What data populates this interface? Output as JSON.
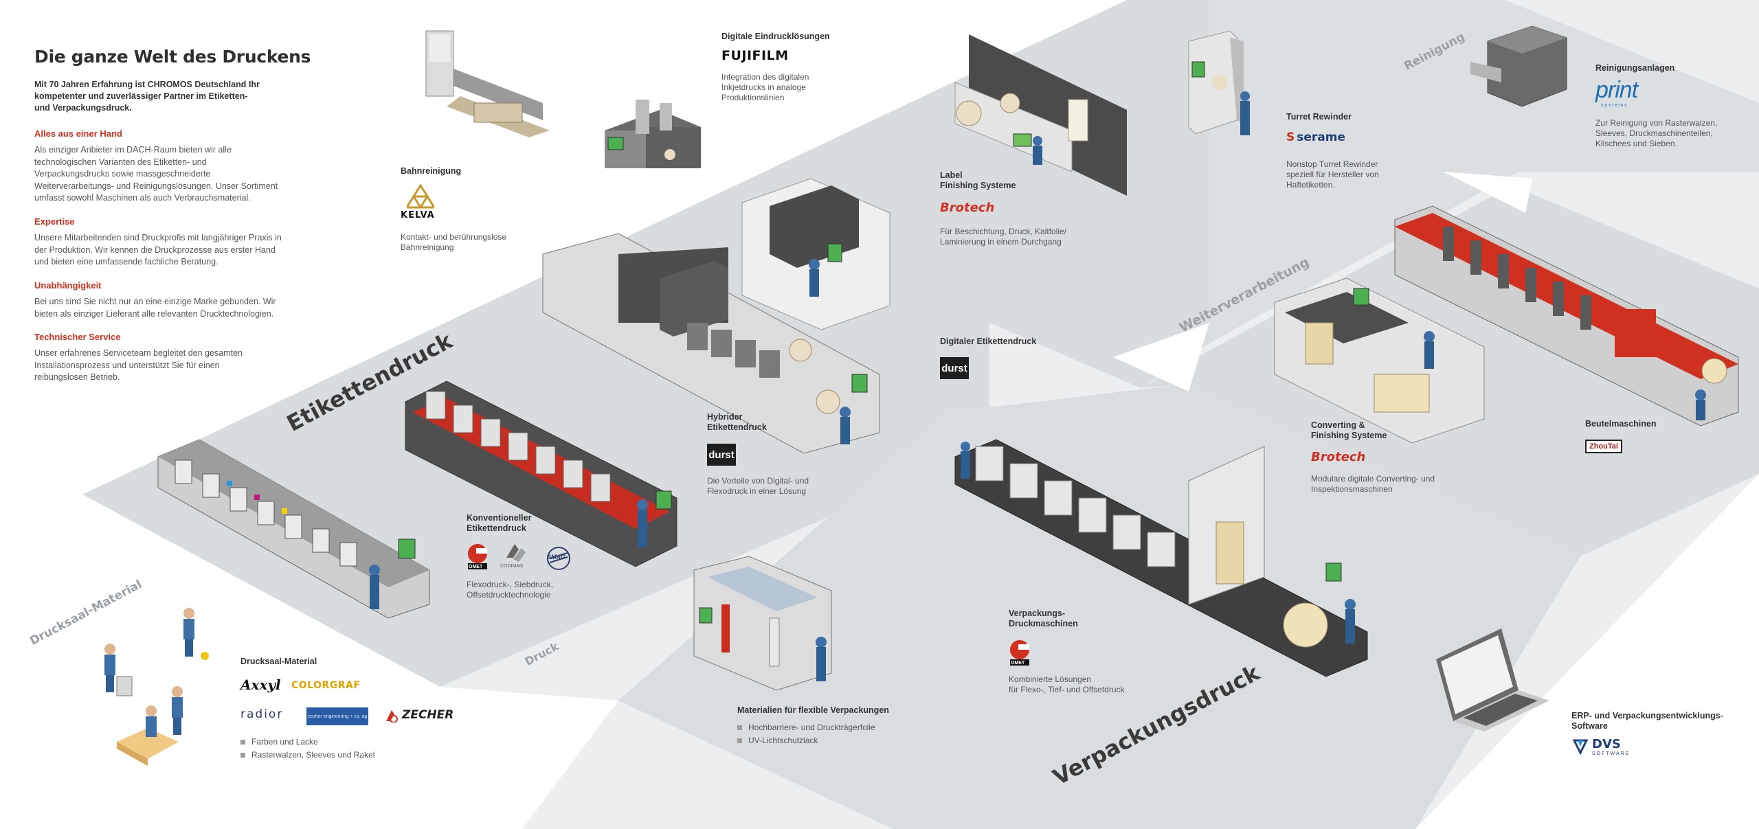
{
  "header": {
    "title": "Die ganze Welt des Druckens",
    "intro": "Mit 70 Jahren Erfahrung ist CHROMOS Deutschland Ihr kompetenter und zuverlässiger Partner im Etiketten- und Verpackungsdruck."
  },
  "sections": [
    {
      "heading": "Alles aus einer Hand",
      "text": "Als einziger Anbieter im DACH-Raum bieten wir alle technologischen Varianten des Etiketten- und Verpackungsdrucks sowie massgeschneiderte Weiterverarbeitungs- und Reinigungslösungen. Unser Sortiment umfasst sowohl Maschinen als auch Verbrauchsmaterial."
    },
    {
      "heading": "Expertise",
      "text": "Unsere Mitarbeitenden sind Druckprofis mit langjähriger Praxis in der Produktion. Wir kennen die Druckprozesse aus erster Hand und bieten eine umfassende fachliche Beratung."
    },
    {
      "heading": "Unabhängigkeit",
      "text": "Bei uns sind Sie nicht nur an eine einzige Marke gebunden. Wir bieten als einziger Lieferant alle relevanten Drucktechnologien."
    },
    {
      "heading": "Technischer Service",
      "text": "Unser erfahrenes Serviceteam begleitet den gesamten Installationsprozess und unterstützt Sie für einen reibungslosen Betrieb."
    }
  ],
  "zones": {
    "etikettendruck": "Etikettendruck",
    "verpackungsdruck": "Verpackungsdruck",
    "weiterverarbeitung": "Weiterverarbeitung",
    "reinigung": "Reinigung",
    "drucksaal_material": "Drucksaal-Material",
    "druck": "Druck"
  },
  "products": {
    "digitale_eindruck": {
      "title": "Digitale Eindrucklösungen",
      "brand": "FUJIFILM",
      "desc1": "Integration des digitalen",
      "desc2": "Inkjetdrucks in analoge",
      "desc3": "Produktionslinien"
    },
    "bahnreinigung": {
      "title": "Bahnreinigung",
      "brand": "KELVA",
      "desc1": "Kontakt- und berührungslose",
      "desc2": "Bahnreinigung"
    },
    "label_finishing": {
      "title1": "Label",
      "title2": "Finishing Systeme",
      "brand": "Brotech",
      "desc1": "Für Beschichtung, Druck, Kaltfolie/",
      "desc2": "Laminierung in einem Durchgang"
    },
    "turret_rewinder": {
      "title": "Turret Rewinder",
      "brand": "serame",
      "desc1": "Nonstop Turret Rewinder",
      "desc2": "speziell für Hersteller von",
      "desc3": "Haftetiketten."
    },
    "reinigungsanlagen": {
      "title": "Reinigungsanlagen",
      "brand": "print",
      "brand_sub": "systems",
      "desc1": "Zur Reinigung von Rasterwalzen,",
      "desc2": "Sleeves, Druckmaschinenteilen,",
      "desc3": "Klischees und Sieben."
    },
    "digitaler_etikettendruck": {
      "title": "Digitaler Etikettendruck",
      "brand": "durst"
    },
    "hybrider": {
      "title1": "Hybrider",
      "title2": "Etikettendruck",
      "brand": "durst",
      "desc1": "Die Vorteile von Digital- und",
      "desc2": "Flexodruck in einer Lösung"
    },
    "konventioneller": {
      "title1": "Konventioneller",
      "title2": "Etikettendruck",
      "brands": [
        "OMET",
        "CODIMAG",
        "SMAG"
      ],
      "desc1": "Flexodruck-, Siebdruck,",
      "desc2": "Offsetdrucktechnologie"
    },
    "converting": {
      "title1": "Converting &",
      "title2": "Finishing Systeme",
      "brand": "Brotech",
      "desc1": "Modulare digitale Converting- und",
      "desc2": "Inspektionsmaschinen"
    },
    "beutelmaschinen": {
      "title": "Beutelmaschinen",
      "brand": "ZhouTai"
    },
    "verpackungs_druckmaschinen": {
      "title1": "Verpackungs-",
      "title2": "Druckmaschinen",
      "brand": "OMET",
      "desc1": "Kombinierte Lösungen",
      "desc2": "für Flexo-, Tief- und Offsetdruck"
    },
    "drucksaal_material": {
      "title": "Drucksaal-Material",
      "brands": [
        "Axxyl",
        "COLORGRAF",
        "radior",
        "ZECHER"
      ],
      "bluebox": "zecher engineering + co. ag",
      "bullets": [
        "Farben und Lacke",
        "Rasterwalzen, Sleeves und Rakel"
      ]
    },
    "flexible_verpackungen": {
      "title": "Materialien für flexible Verpackungen",
      "bullets": [
        "Hochbarriere- und Druckträgerfolie",
        "UV-Lichtschutzlack"
      ]
    },
    "erp": {
      "title1": "ERP- und Verpackungsentwicklungs-",
      "title2": "Software",
      "brand": "DVS",
      "brand_sub": "SOFTWARE"
    }
  },
  "colors": {
    "floor": "#d9dcdf",
    "floor_light": "#eceef0",
    "accent_red": "#d0301f",
    "text_dark": "#333333",
    "machine_dark": "#5a5a5a",
    "machine_light": "#e6e6e6"
  },
  "icons": {
    "machines": [
      "label-press-icon",
      "digital-press-icon",
      "finishing-line-icon",
      "packaging-press-icon",
      "laptop-icon",
      "people-icon"
    ]
  }
}
